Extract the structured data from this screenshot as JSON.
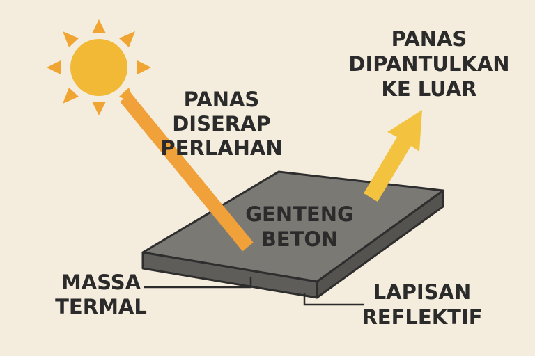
{
  "labels": {
    "absorbed": [
      "PANAS",
      "DISERAP",
      "PERLAHAN"
    ],
    "reflected": [
      "PANAS",
      "DIPANTULKAN",
      "KE LUAR"
    ],
    "tile": [
      "GENTENG",
      "BETON"
    ],
    "thermal_mass": [
      "MASSA",
      "TERMAL"
    ],
    "reflective_layer": [
      "LAPISAN",
      "REFLEKTIF"
    ]
  },
  "colors": {
    "background": "#f4ecdc",
    "sun": "#f2b937",
    "sun_rays": "#f0a431",
    "absorbed_beam": "#f0a13a",
    "reflected_arrow": "#f3c340",
    "tile_top": "#7b7974",
    "tile_side": "#5f5d59"
  }
}
